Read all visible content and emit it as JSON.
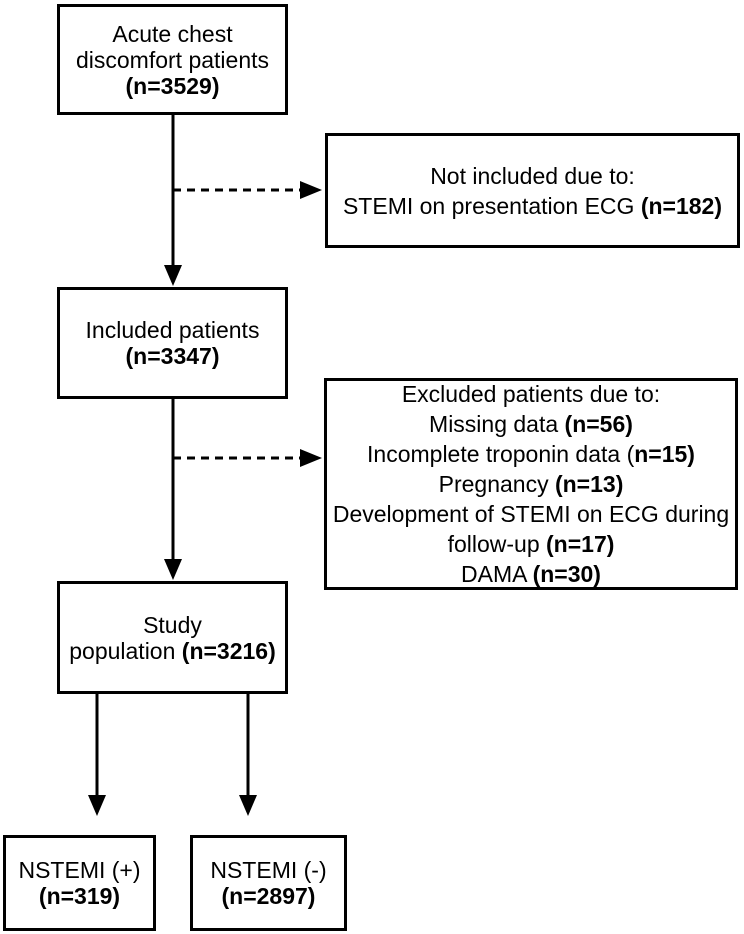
{
  "diagram": {
    "type": "patient-flow-diagram",
    "colors": {
      "line": "#000000",
      "background": "#ffffff",
      "text": "#000000"
    },
    "boxes": {
      "acute_chest": {
        "lines": [
          [
            {
              "t": "Acute chest",
              "b": false
            }
          ],
          [
            {
              "t": "discomfort patients",
              "b": false
            }
          ],
          [
            {
              "t": "(n=3529)",
              "b": true
            }
          ]
        ]
      },
      "not_included": {
        "lines": [
          [
            {
              "t": "Not included due to:",
              "b": false
            }
          ],
          [
            {
              "t": "STEMI on presentation ECG ",
              "b": false
            },
            {
              "t": "(n=182)",
              "b": true
            }
          ]
        ]
      },
      "included": {
        "lines": [
          [
            {
              "t": "Included patients",
              "b": false
            }
          ],
          [
            {
              "t": "(n=3347)",
              "b": true
            }
          ]
        ]
      },
      "excluded": {
        "lines": [
          [
            {
              "t": "Excluded patients due to:",
              "b": false
            }
          ],
          [
            {
              "t": "Missing data ",
              "b": false
            },
            {
              "t": "(n=56)",
              "b": true
            }
          ],
          [
            {
              "t": "Incomplete troponin data (",
              "b": false
            },
            {
              "t": "n=15)",
              "b": true
            }
          ],
          [
            {
              "t": "Pregnancy ",
              "b": false
            },
            {
              "t": "(n=13)",
              "b": true
            }
          ],
          [
            {
              "t": "Development of STEMI on ECG during",
              "b": false
            }
          ],
          [
            {
              "t": "follow-up ",
              "b": false
            },
            {
              "t": "(n=17)",
              "b": true
            }
          ],
          [
            {
              "t": "DAMA ",
              "b": false
            },
            {
              "t": "(n=30)",
              "b": true
            }
          ]
        ]
      },
      "study_population": {
        "lines": [
          [
            {
              "t": "Study",
              "b": false
            }
          ],
          [
            {
              "t": "population ",
              "b": false
            },
            {
              "t": "(n=3216)",
              "b": true
            }
          ]
        ]
      },
      "nstemi_positive": {
        "lines": [
          [
            {
              "t": "NSTEMI (+)",
              "b": false
            }
          ],
          [
            {
              "t": "(n=319)",
              "b": true
            }
          ]
        ]
      },
      "nstemi_negative": {
        "lines": [
          [
            {
              "t": "NSTEMI (-)",
              "b": false
            }
          ],
          [
            {
              "t": "(n=2897)",
              "b": true
            }
          ]
        ]
      }
    }
  }
}
